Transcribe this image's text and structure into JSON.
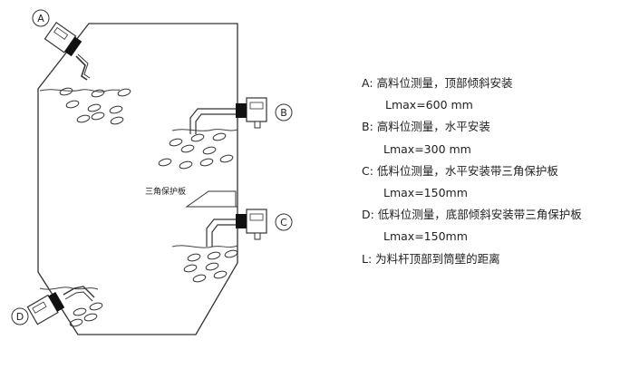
{
  "diagram": {
    "markers": [
      "A",
      "B",
      "C",
      "D"
    ],
    "plate_label": "三角保护板"
  },
  "legend": [
    "A: 高料位测量，顶部倾斜安装",
    "Lmax=600 mm",
    "B: 高料位测量，水平安装",
    "Lmax=300 mm",
    "C: 低料位测量，水平安装带三角保护板",
    "Lmax=150mm",
    "D: 低料位测量，底部倾斜安装带三角保护板",
    "Lmax=150mm",
    "L: 为料杆顶部到筒壁的距离"
  ]
}
